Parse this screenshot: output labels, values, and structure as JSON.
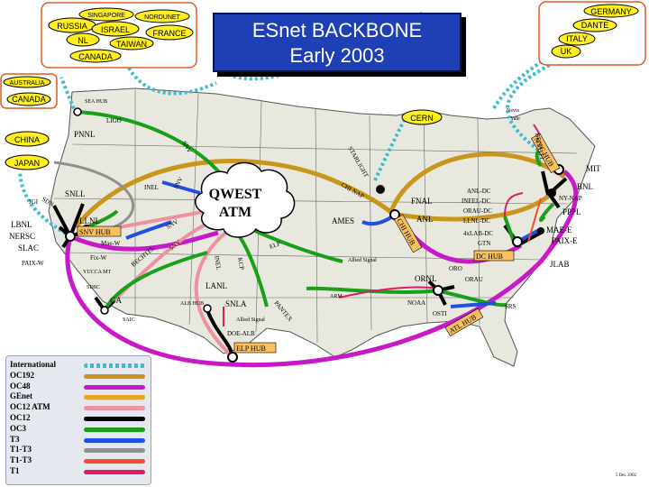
{
  "title": {
    "line1": "ESnet BACKBONE",
    "line2": "Early 2003"
  },
  "international_groups": {
    "asia_europe": [
      "RUSSIA",
      "SINGAPORE",
      "NORDUNET",
      "ISRAEL",
      "NL",
      "FRANCE",
      "TAIWAN",
      "CANADA"
    ],
    "europe": [
      "GERMANY",
      "DANTE",
      "ITALY",
      "UK"
    ],
    "pacific": [
      "AUSTRALIA",
      "CANADA"
    ],
    "china": "CHINA",
    "japan": "JAPAN",
    "cern": "CERN"
  },
  "cloud": {
    "line1": "QWEST",
    "line2": "ATM"
  },
  "hubs": {
    "snv": "SNV HUB",
    "elp": "ELP HUB",
    "chi": "CHI HUB",
    "nyc": "NYC HUB",
    "dc": "DC HUB",
    "atl": "ATL HUB",
    "alb": "ALB HUB"
  },
  "sites": {
    "sea_hub": "SEA HUB",
    "pnnl": "PNNL",
    "ligo": "LIGO",
    "inel": "INEL",
    "lbnl": "LBNL",
    "nersc": "NERSC",
    "slac": "SLAC",
    "paix_w": "PAIX-W",
    "sdn": "SDN",
    "llnl": "LLNL",
    "snll": "SNLL",
    "jgi": "JGI",
    "mae_w": "Mae-W",
    "fix_w": "Fix-W",
    "yucca": "YUCCA MT",
    "bechtel": "BECHTEL",
    "ga": "GA",
    "sdsc": "SDSC",
    "saic": "SAIC",
    "lanl": "LANL",
    "snla": "SNLA",
    "allied_sig_nm": "Allied Signal",
    "doe_alb": "DOE-ALB",
    "kcp": "KCP",
    "allied_sig_mo": "Allied Signal",
    "pantex": "PANTEX",
    "noaa": "NOAA",
    "arm": "ARM",
    "ornl": "ORNL",
    "oro": "ORO",
    "orau": "ORAU",
    "osti": "OSTI",
    "srs": "SRS",
    "fnal": "FNAL",
    "anl": "ANL",
    "ames": "AMES",
    "starlight": "STARLIGHT",
    "chi_nap": "CHI NAP",
    "anl_dc": "ANL-DC",
    "inel_dc": "INEEL-DC",
    "orau_dc": "ORAU-DC",
    "llnl_dc": "LLNL-DC",
    "4xlab_dc": "4xLAB-DC",
    "gtn": "GTN",
    "jlab": "JLAB",
    "mae_e": "MAE-E",
    "paix_e": "PAIX-E",
    "bnl": "BNL",
    "mit": "MIT",
    "ny_nap": "NY-NAP",
    "pppl": "PPPL",
    "nevis": "Nevis",
    "yale": "Yale",
    "bechtel_e": "BECHTEL",
    "snv_link": "SNV",
    "elp_link": "ELP",
    "snv_link2": "SNV",
    "snv_link3": "SNV"
  },
  "legend": [
    {
      "label": "International",
      "color": "#3bbcd0",
      "style": "dotted"
    },
    {
      "label": "OC192",
      "color": "#c8961a",
      "style": "solid"
    },
    {
      "label": "OC48",
      "color": "#c818c8",
      "style": "solid"
    },
    {
      "label": "GEnet",
      "color": "#f0a020",
      "style": "solid"
    },
    {
      "label": "OC12 ATM",
      "color": "#f090a0",
      "style": "solid"
    },
    {
      "label": "OC12",
      "color": "#000000",
      "style": "solid"
    },
    {
      "label": "OC3",
      "color": "#18a018",
      "style": "solid"
    },
    {
      "label": "T3",
      "color": "#2050e0",
      "style": "solid"
    },
    {
      "label": "T1-T3",
      "color": "#909090",
      "style": "solid"
    },
    {
      "label": "T1-T3",
      "color": "#f05028",
      "style": "solid"
    },
    {
      "label": "T1",
      "color": "#e01868",
      "style": "solid"
    }
  ],
  "credit": "5 Dec 2002"
}
